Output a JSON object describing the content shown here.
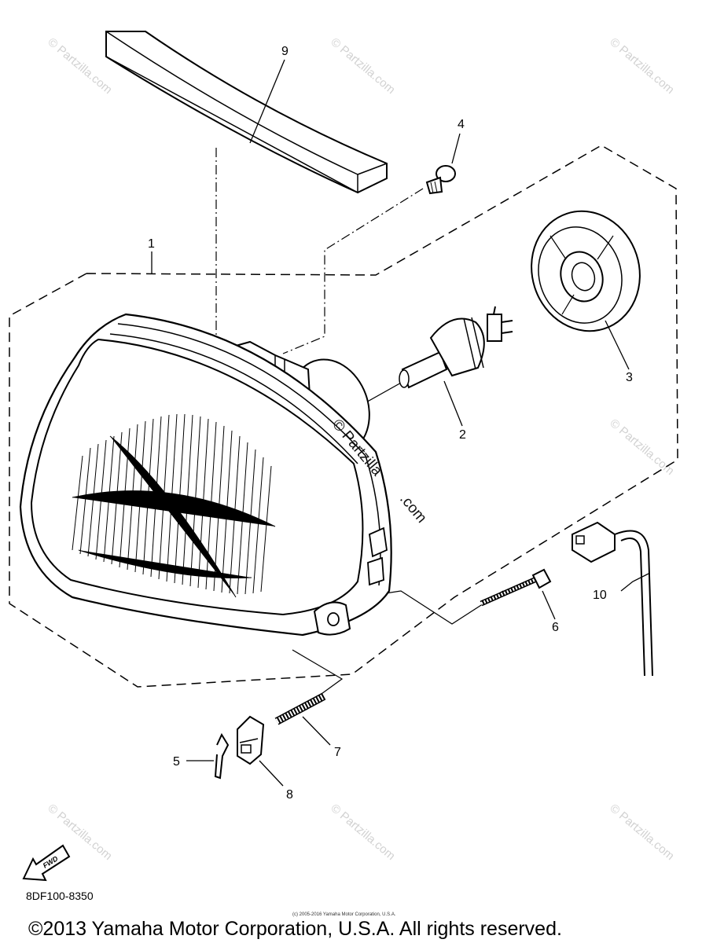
{
  "callouts": [
    {
      "id": "1",
      "label": "1"
    },
    {
      "id": "2",
      "label": "2"
    },
    {
      "id": "3",
      "label": "3"
    },
    {
      "id": "4",
      "label": "4"
    },
    {
      "id": "5",
      "label": "5"
    },
    {
      "id": "6",
      "label": "6"
    },
    {
      "id": "7",
      "label": "7"
    },
    {
      "id": "8",
      "label": "8"
    },
    {
      "id": "9",
      "label": "9"
    },
    {
      "id": "10",
      "label": "10"
    }
  ],
  "watermark": {
    "text": "© Partzilla.com",
    "center_line1": "© Partzilla",
    "center_line2": ".com"
  },
  "fwd_label": "FWD",
  "diagram_code": "8DF100-8350",
  "fine_print": "(c) 2005-2016 Yamaha Motor Corporation, U.S.A.",
  "copyright": "©2013 Yamaha Motor Corporation, U.S.A. All rights reserved."
}
